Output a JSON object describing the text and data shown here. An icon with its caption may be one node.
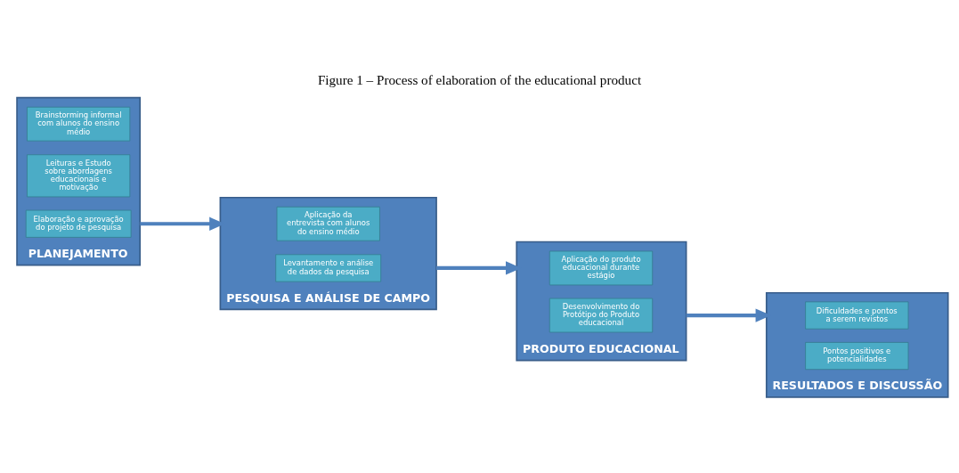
{
  "diagram": {
    "title": "Figure 1 – Process of elaboration of the educational product",
    "nodes": [
      {
        "text": [
          "PLANEJAMENTO"
        ]
      },
      {
        "text": [
          "Brainstorming informal com alunos do ensino médio"
        ],
        "in": 0
      },
      {
        "text": [
          "Leituras e Estudo sobre abordagens educacionais e motivação"
        ],
        "in": 0
      },
      {
        "text": [
          "Elaboração e aprovação do projeto de pesquisa"
        ],
        "in": 0
      },
      {
        "text": [
          "PESQUISA E ANÁLISE DE CAMPO"
        ]
      },
      {
        "text": [
          "Aplicação da entrevista com alunos do ensino médio"
        ],
        "in": 4
      },
      {
        "text": [
          "Levantamento e análise de dados da pesquisa"
        ],
        "in": 4
      },
      {
        "text": [
          "PRODUTO EDUCACIONAL"
        ]
      },
      {
        "text": [
          "Aplicação do produto educacional durante estágio"
        ],
        "in": 7
      },
      {
        "text": [
          "Desenvolvimento do Protótipo do Produto educacional"
        ],
        "in": 7
      },
      {
        "text": [
          "RESULTADOS E DISCUSSÃO"
        ]
      },
      {
        "text": [
          "Dificuldades e pontos a serem revistos"
        ],
        "in": 10
      },
      {
        "text": [
          "Pontos positivos e potencialidades"
        ],
        "in": 10
      }
    ],
    "edges": [
      {
        "from": 0,
        "to": 4,
        "arrow": "to"
      },
      {
        "from": 4,
        "to": 7,
        "arrow": "to"
      },
      {
        "from": 7,
        "to": 10,
        "arrow": "to"
      }
    ]
  }
}
